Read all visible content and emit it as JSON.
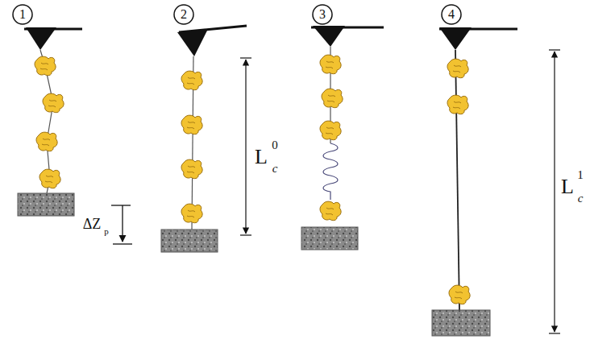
{
  "diagram": {
    "labels": [
      "1",
      "2",
      "3",
      "4",
      "ΔZ",
      "p",
      "L",
      "c",
      "0",
      "L",
      "c",
      "1"
    ]
  }
}
